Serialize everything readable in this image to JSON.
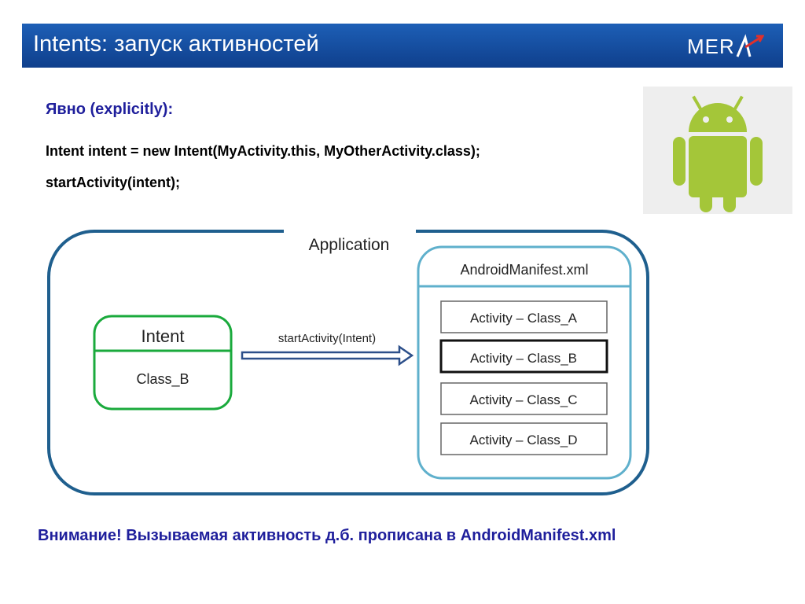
{
  "header": {
    "title": "Intents: запуск активностей",
    "logo_text": "MER",
    "colors": {
      "bar": "#1a55a8",
      "logo_accent": "#e0302b"
    }
  },
  "content": {
    "subtitle": "Явно (explicitly):",
    "code": [
      "Intent intent = new Intent(MyActivity.this, MyOtherActivity.class);",
      "startActivity(intent);"
    ],
    "android_logo": {
      "icon": "android-robot-icon",
      "color": "#a4c639"
    }
  },
  "diagram": {
    "application_label": "Application",
    "intent_box": {
      "title": "Intent",
      "value": "Class_B",
      "border_color": "#1aaa3c"
    },
    "arrow_label": "startActivity(Intent)",
    "manifest": {
      "title": "AndroidManifest.xml",
      "activities": [
        {
          "label": "Activity – Class_A",
          "highlighted": false
        },
        {
          "label": "Activity – Class_B",
          "highlighted": true
        },
        {
          "label": "Activity – Class_C",
          "highlighted": false
        },
        {
          "label": "Activity – Class_D",
          "highlighted": false
        }
      ]
    },
    "colors": {
      "app_border": "#1f5f8e",
      "manifest_border": "#5fb0cc",
      "arrow": "#2c4f8a"
    }
  },
  "footer": {
    "warning": "Внимание! Вызываемая активность д.б. прописана в AndroidManifest.xml"
  }
}
